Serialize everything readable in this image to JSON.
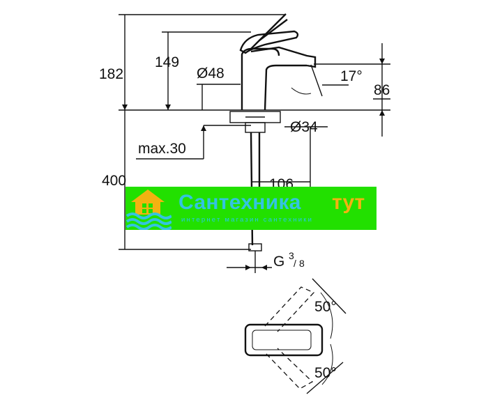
{
  "dimensions": {
    "height_total": "182",
    "height_spout": "149",
    "spout_diameter": "Ø48",
    "angle_spout": "17°",
    "height_outlet": "86",
    "mount_diameter": "Ø34",
    "max_thickness": "max.30",
    "projection": "106",
    "hose_length": "400",
    "thread": "G",
    "thread_num": "3",
    "thread_den": "8",
    "lever_angle_top": "50°",
    "lever_angle_bottom": "50°"
  },
  "watermark": {
    "brand_name": "Сантехника",
    "brand_suffix": "тут",
    "tagline": "интернет магазин сантехники",
    "colors": {
      "background": "#22e000",
      "name": "#33c4e0",
      "suffix": "#f3b211",
      "icon": "#f3b211",
      "waves": "#33c4e0"
    }
  }
}
